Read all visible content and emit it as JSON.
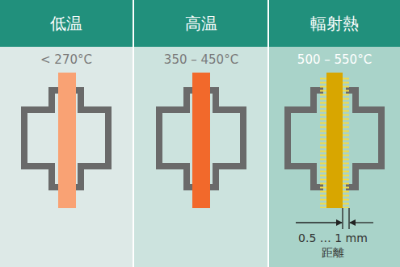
{
  "diagram": {
    "nodes": [
      {
        "text": [
          "低温"
        ]
      },
      {
        "text": [
          "高温"
        ]
      },
      {
        "text": [
          "輻射熱"
        ]
      }
    ],
    "labels": [
      "< 270°C",
      "350 – 450°C",
      "500 – 550°C",
      "0.5 … 1 mm",
      "距離"
    ]
  }
}
